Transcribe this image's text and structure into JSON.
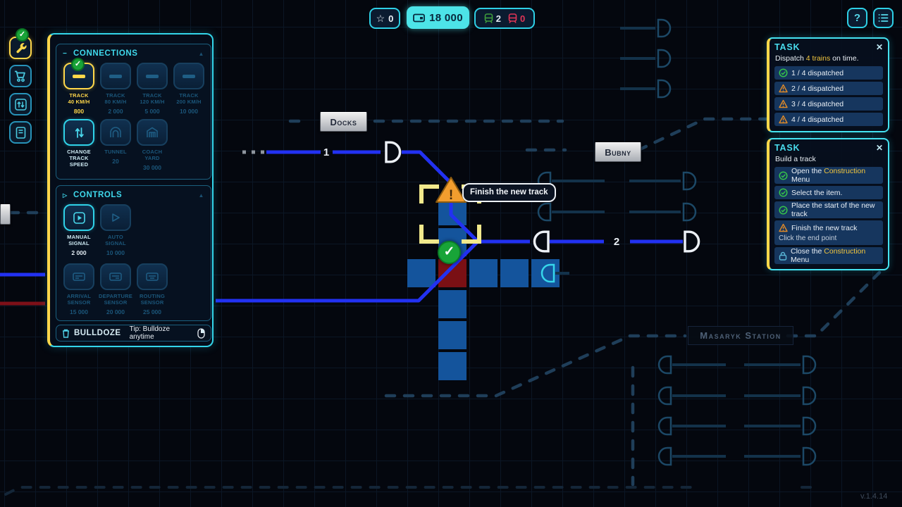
{
  "version": "v.1.4.14",
  "glyphs": {
    "close": "✕",
    "minus": "−",
    "tri_right": "▷",
    "help": "?",
    "star": "☆",
    "check": "✓",
    "warn": "!"
  },
  "colors": {
    "accent_cyan": "#3fd9ec",
    "accent_yellow": "#ffd84a",
    "track_blue": "#2231f2",
    "tile_blue": "#14549c",
    "tile_red": "#7a1014",
    "ok_green": "#19a338",
    "warn_orange": "#f29d2e",
    "money_bg": "#4de4e8",
    "fail_red": "#e23557"
  },
  "topbar": {
    "score": "0",
    "money": "18 000",
    "trains_ok": "2",
    "trains_fail": "0"
  },
  "toolbar_icons": [
    "wrench",
    "cart",
    "track-settings",
    "journal"
  ],
  "construction": {
    "connections": {
      "title": "Connections",
      "items": [
        {
          "line1": "Track",
          "line2": "40 km/h",
          "price": "800",
          "state": "selected"
        },
        {
          "line1": "Track",
          "line2": "80 km/h",
          "price": "2 000",
          "state": "disabled"
        },
        {
          "line1": "Track",
          "line2": "120 km/h",
          "price": "5 000",
          "state": "disabled"
        },
        {
          "line1": "Track",
          "line2": "200 km/h",
          "price": "10 000",
          "state": "disabled"
        },
        {
          "line1": "Change",
          "line2": "track speed",
          "price": "",
          "state": "enabled"
        },
        {
          "line1": "Tunnel",
          "line2": "",
          "price": "20",
          "state": "disabled"
        },
        {
          "line1": "Coach",
          "line2": "Yard",
          "price": "30 000",
          "state": "disabled"
        }
      ]
    },
    "controls": {
      "title": "Controls",
      "items": [
        {
          "line1": "Manual",
          "line2": "Signal",
          "price": "2 000",
          "state": "enabled"
        },
        {
          "line1": "Auto",
          "line2": "Signal",
          "price": "10 000",
          "state": "disabled"
        },
        {
          "line1": "Arrival",
          "line2": "Sensor",
          "price": "15 000",
          "state": "disabled"
        },
        {
          "line1": "Departure",
          "line2": "Sensor",
          "price": "20 000",
          "state": "disabled"
        },
        {
          "line1": "Routing",
          "line2": "Sensor",
          "price": "25 000",
          "state": "disabled"
        }
      ]
    },
    "bulldoze": {
      "label": "Bulldoze",
      "tip": "Tip: Bulldoze anytime"
    }
  },
  "tasks": [
    {
      "title": "Task",
      "intro_pre": "Dispatch ",
      "intro_hl": "4 trains",
      "intro_post": " on time.",
      "rows": [
        {
          "icon": "check",
          "text": "1 / 4 dispatched"
        },
        {
          "icon": "warn",
          "text": "2 / 4 dispatched"
        },
        {
          "icon": "warn",
          "text": "3 / 4 dispatched"
        },
        {
          "icon": "warn",
          "text": "4 / 4 dispatched"
        }
      ]
    },
    {
      "title": "Task",
      "intro": "Build a track",
      "rows": [
        {
          "icon": "check",
          "pre": "Open the ",
          "hl": "Construction",
          "post": " Menu"
        },
        {
          "icon": "check",
          "text": "Select the item."
        },
        {
          "icon": "check",
          "text": "Place the start of the new track"
        },
        {
          "icon": "warn",
          "text": "Finish the new track",
          "sub": "Click the end point"
        },
        {
          "icon": "lock",
          "pre": "Close the ",
          "hl": "Construction",
          "post": " Menu"
        }
      ]
    }
  ],
  "map": {
    "labels": {
      "docks": "Docks",
      "bubny": "Bubny",
      "masaryk": "Masaryk Station"
    },
    "track_numbers": {
      "t1": "1",
      "t2": "2"
    },
    "tooltip": "Finish the new track"
  }
}
